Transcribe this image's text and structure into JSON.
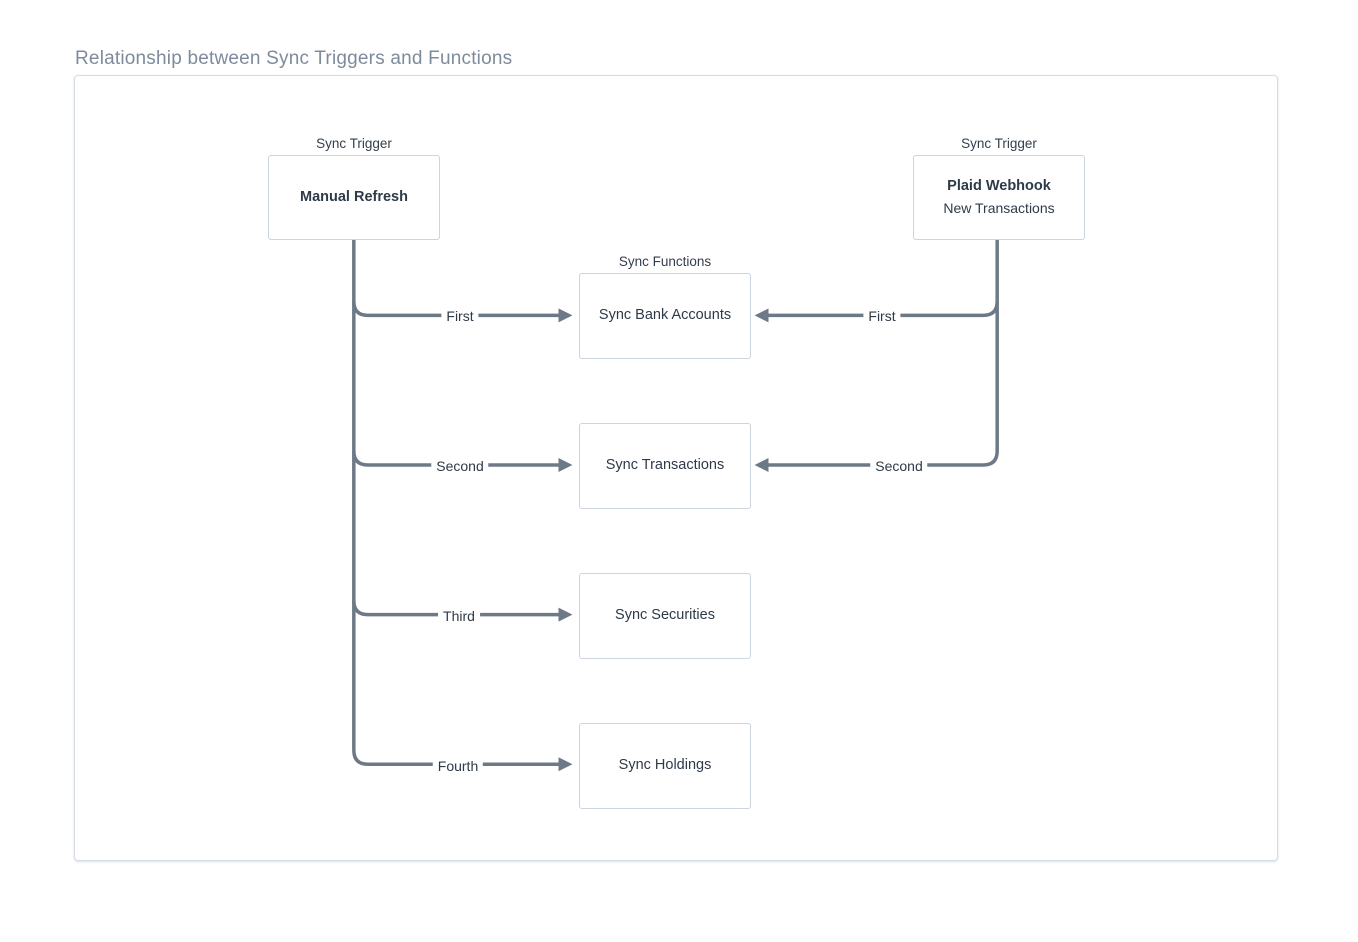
{
  "page": {
    "title": "Relationship between Sync Triggers and Functions"
  },
  "colors": {
    "title_text": "#7d8b9c",
    "node_border": "#ccd4dd",
    "node_text": "#2e3a48",
    "label_text": "#333f4d",
    "connector": "#6e7987",
    "canvas_border": "#d5dbe3",
    "background": "#ffffff"
  },
  "triggers": [
    {
      "category_label": "Sync Trigger",
      "title": "Manual Refresh"
    },
    {
      "category_label": "Sync Trigger",
      "title": "Plaid Webhook",
      "subtitle": "New Transactions"
    }
  ],
  "functions_category_label": "Sync Functions",
  "functions": [
    {
      "title": "Sync Bank Accounts"
    },
    {
      "title": "Sync Transactions"
    },
    {
      "title": "Sync Securities"
    },
    {
      "title": "Sync Holdings"
    }
  ],
  "edges": [
    {
      "from": "Manual Refresh",
      "to": "Sync Bank Accounts",
      "label": "First"
    },
    {
      "from": "Manual Refresh",
      "to": "Sync Transactions",
      "label": "Second"
    },
    {
      "from": "Manual Refresh",
      "to": "Sync Securities",
      "label": "Third"
    },
    {
      "from": "Manual Refresh",
      "to": "Sync Holdings",
      "label": "Fourth"
    },
    {
      "from": "Plaid Webhook",
      "to": "Sync Bank Accounts",
      "label": "First"
    },
    {
      "from": "Plaid Webhook",
      "to": "Sync Transactions",
      "label": "Second"
    }
  ]
}
